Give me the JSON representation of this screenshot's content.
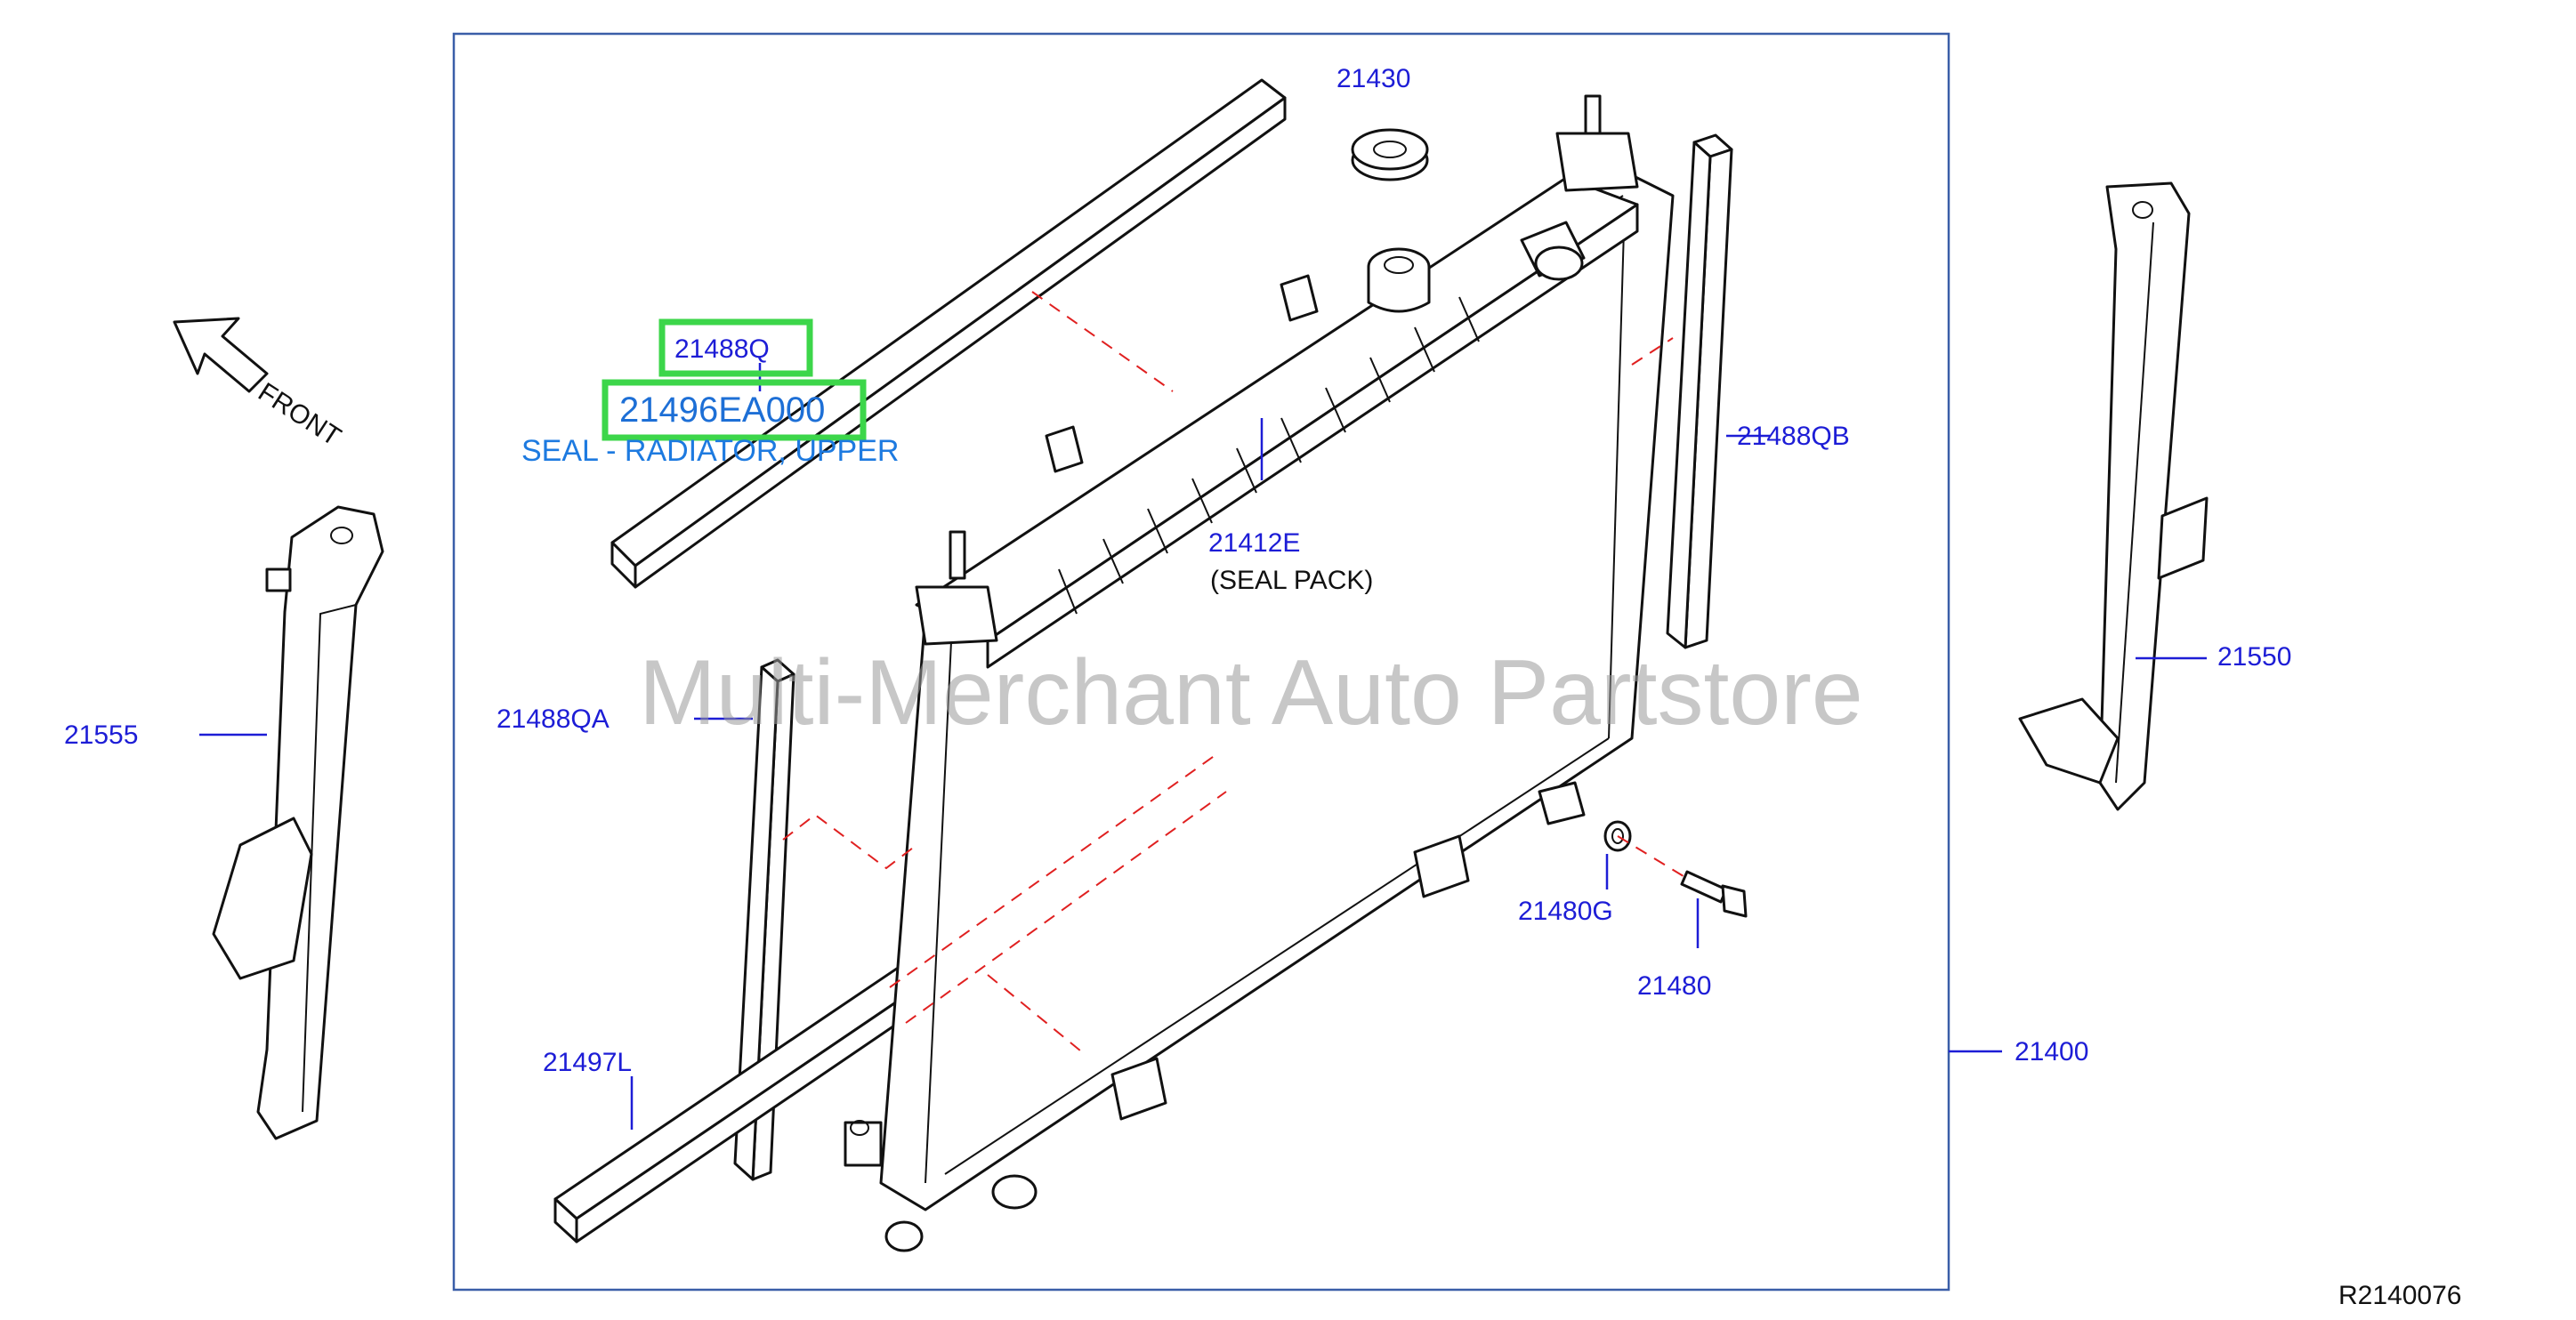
{
  "diagram": {
    "labels": {
      "p21430": "21430",
      "p21488Q": "21488Q",
      "p21496EA000": "21496EA000",
      "seal_desc": "SEAL - RADIATOR, UPPER",
      "p21488QB": "21488QB",
      "p21412E": "21412E",
      "seal_pack": "(SEAL   PACK)",
      "p21555": "21555",
      "p21488QA": "21488QA",
      "p21550": "21550",
      "p21480G": "21480G",
      "p21480": "21480",
      "p21400": "21400",
      "p21497L": "21497L",
      "front": "FRONT"
    },
    "watermark": "Multi-Merchant Auto Partstore",
    "reference": "R2140076",
    "colors": {
      "label": "#1d1dd6",
      "highlight": "#3cd64a",
      "guide_dash": "#e02020",
      "watermark": "#9a9a9a"
    }
  }
}
